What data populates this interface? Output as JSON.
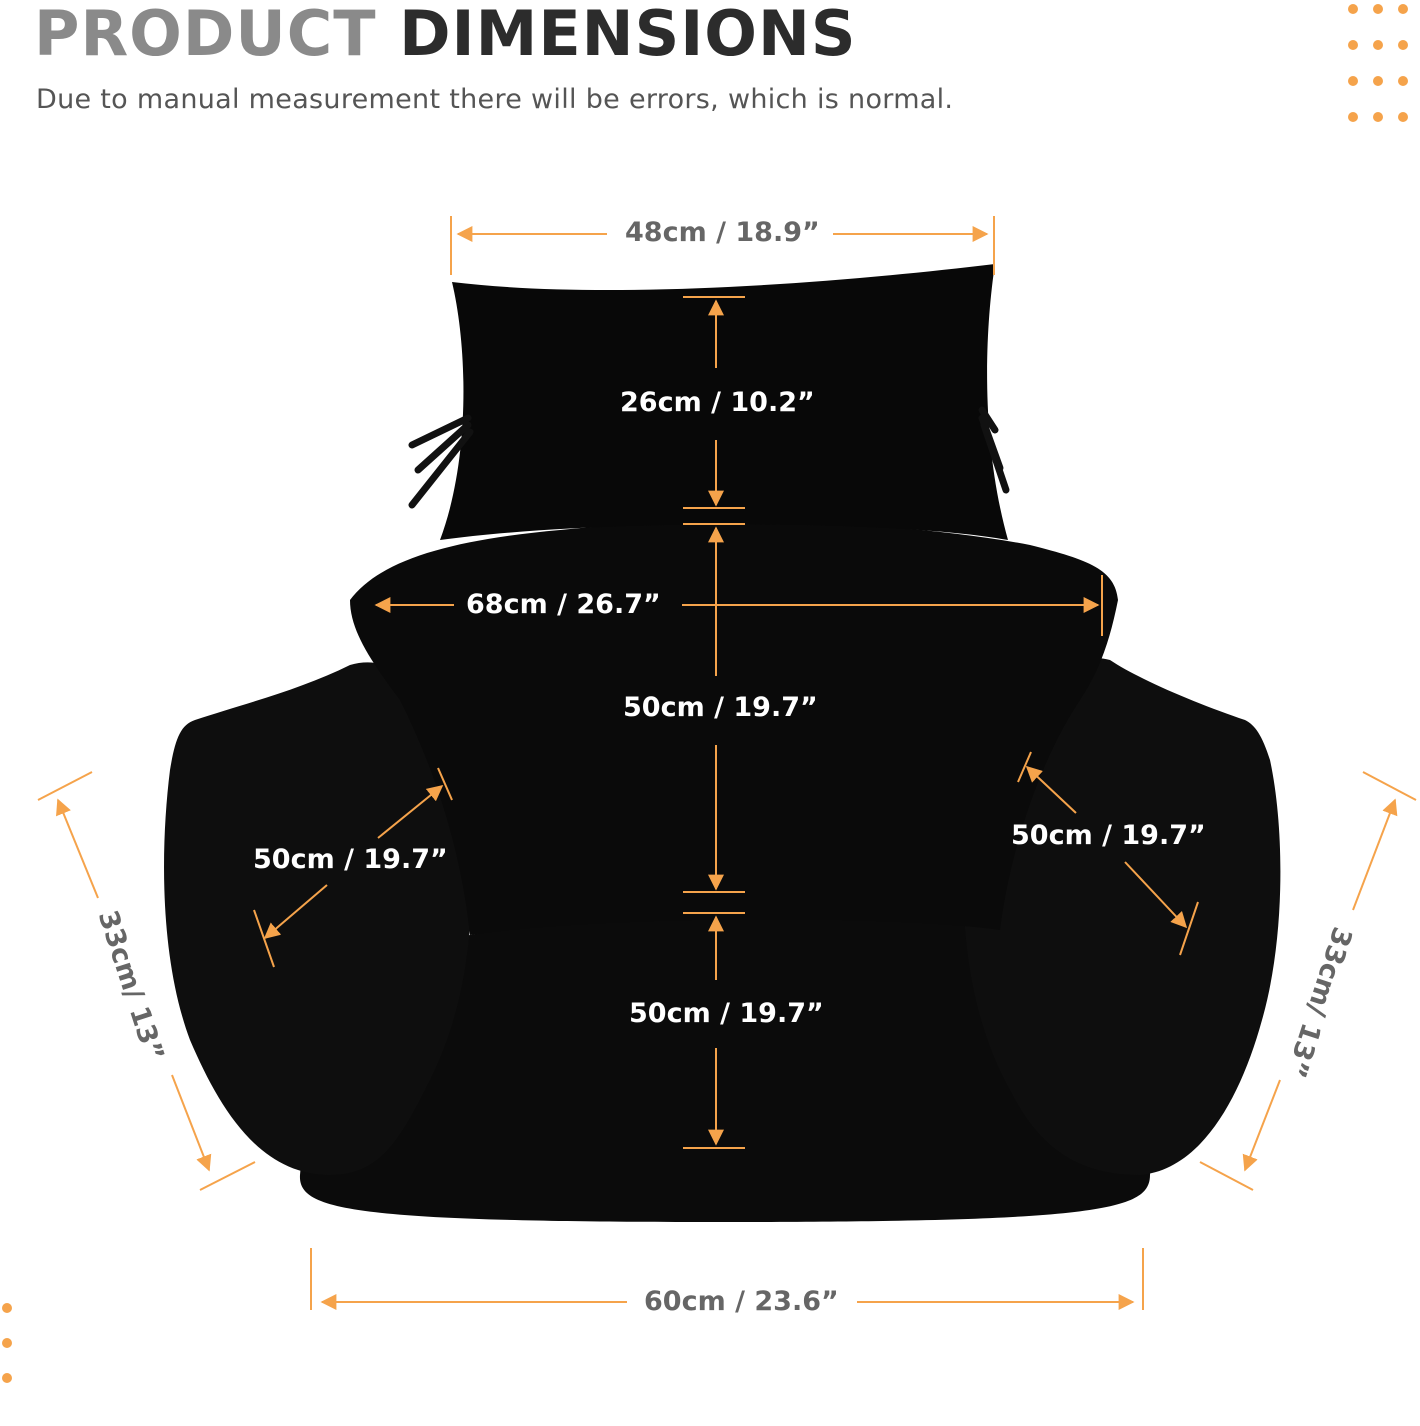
{
  "header": {
    "title_light": "PRODUCT",
    "title_dark": "DIMENSIONS",
    "subtitle": "Due to manual measurement there will be errors, which is normal."
  },
  "dimensions": {
    "pillow_width": "48cm / 18.9”",
    "pillow_height": "26cm / 10.2”",
    "back_width": "68cm / 26.7”",
    "back_height": "50cm / 19.7”",
    "left_arm": "50cm / 19.7”",
    "right_arm": "50cm / 19.7”",
    "seat_depth": "50cm / 19.7”",
    "left_side_height": "33cm/ 13”",
    "right_side_height": "33cm/ 13”",
    "base_width": "60cm / 23.6”"
  },
  "colors": {
    "accent": "#f5a34b",
    "cushion": "#0b0b0b",
    "label_dark": "#666666"
  }
}
